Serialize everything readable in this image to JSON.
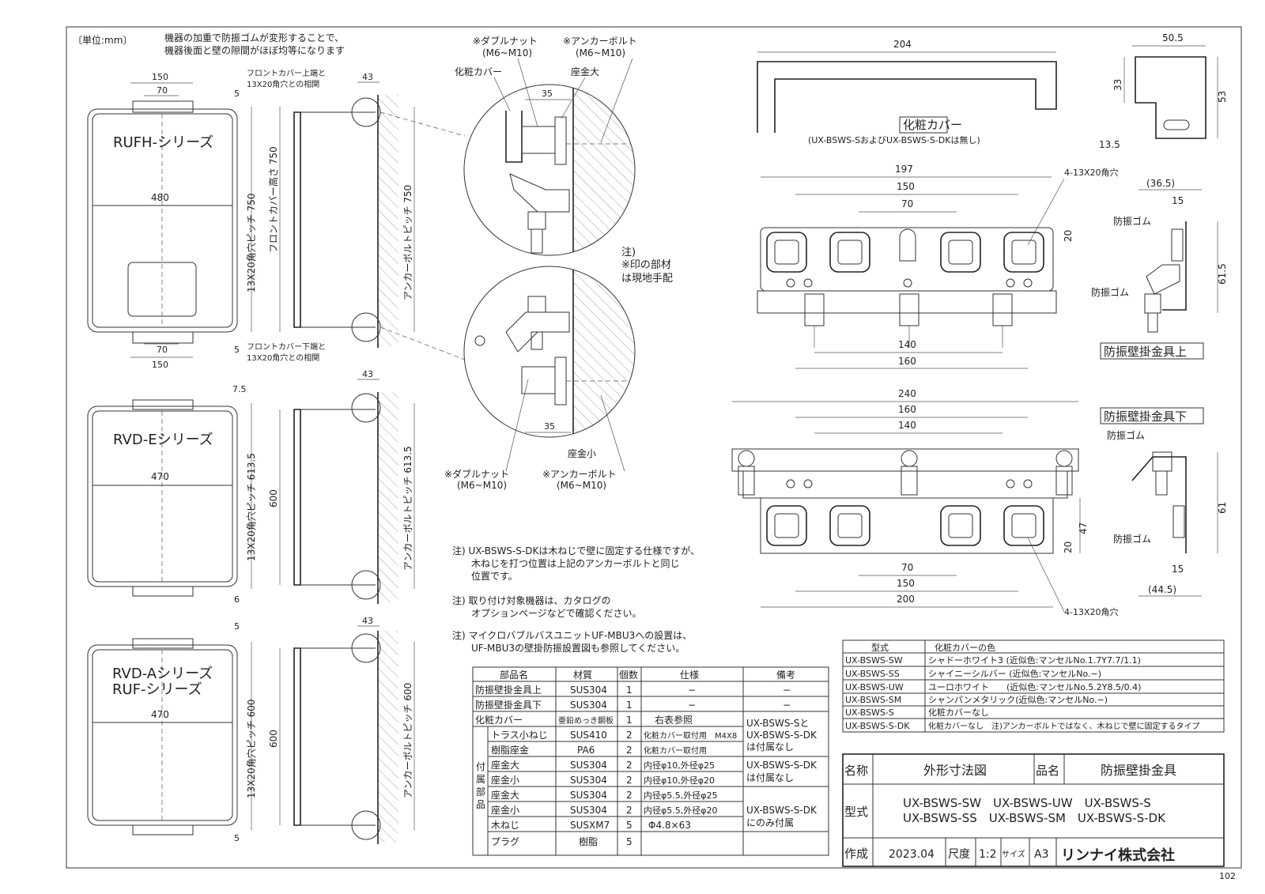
{
  "unit_note": "〔単位:mm〕",
  "top_note": [
    "機器の加重で防振ゴムが変形することで、",
    "機器後面と壁の隙間がほぼ均等になります"
  ],
  "front_cover_top_note": [
    "フロントカバー上端と",
    "13X20角穴との相関"
  ],
  "front_cover_bottom_note": [
    "フロントカバー下端と",
    "13X20角穴との相関"
  ],
  "series": {
    "rufh": "RUFH-シリーズ",
    "rvde": "RVD-Eシリーズ",
    "rvda": "RVD-Aシリーズ",
    "ruf": "RUF-シリーズ"
  },
  "dims": {
    "d150": "150",
    "d70": "70",
    "d43": "43",
    "d5": "5",
    "d75": "7.5",
    "d6": "6",
    "d480": "480",
    "d470": "470",
    "d600": "600",
    "pitch750": "13X20角穴ピッチ 750",
    "pitch6135": "13X20角穴ピッチ 613.5",
    "pitch600": "13X20角穴ピッチ 600",
    "cover_height": "フロントカバー高さ 750",
    "anchor750": "アンカーボルトピッチ 750",
    "anchor6135": "アンカーボルトピッチ 613.5",
    "anchor600": "アンカーボルトピッチ 600",
    "d35": "35",
    "d204": "204",
    "d505": "50.5",
    "d33": "33",
    "d53": "53",
    "d135": "13.5",
    "d197": "197",
    "d365": "(36.5)",
    "d15": "15",
    "d20": "20",
    "d615": "61.5",
    "d140": "140",
    "d160": "160",
    "d240": "240",
    "d47": "47",
    "d61": "61",
    "d445": "(44.5)",
    "d200": "200"
  },
  "detail": {
    "double_nut": "※ダブルナット",
    "m6m10": "(M6~M10)",
    "anchor_bolt": "※アンカーボルト",
    "cover": "化粧カバー",
    "washer_large": "座金大",
    "washer_small": "座金小",
    "note_title": "注)",
    "note_line1": "※印の部材",
    "note_line2": "は現地手配"
  },
  "parts": {
    "cover_title": "化粧カバー",
    "cover_sub": "(UX-BSWS-SおよびUX-BSWS-S-DKは無し)",
    "holes": "4-13X20角穴",
    "rubber": "防振ゴム",
    "upper": "防振壁掛金具上",
    "lower": "防振壁掛金具下"
  },
  "notes": [
    [
      "注) UX-BSWS-S-DKは木ねじで壁に固定する仕様ですが、",
      "木ねじを打つ位置は上記のアンカーボルトと同じ",
      "位置です。"
    ],
    [
      "注) 取り付け対象機器は、カタログの",
      "オプションページなどで確認ください。"
    ],
    [
      "注) マイクロバブルバスユニットUF-MBU3への設置は、",
      "UF-MBU3の壁掛防振設置図も参照してください。"
    ]
  ],
  "parts_table": {
    "headers": [
      "部品名",
      "材質",
      "個数",
      "仕様",
      "備考"
    ],
    "rows": [
      [
        "防振壁掛金具上",
        "SUS304",
        "1",
        "−",
        "−"
      ],
      [
        "防振壁掛金具下",
        "SUS304",
        "1",
        "−",
        "−"
      ],
      [
        "化粧カバー",
        "亜鉛めっき鋼板",
        "1",
        "右表参照",
        ""
      ],
      [
        "トラス小ねじ",
        "SUS410",
        "2",
        "化粧カバー取付用　M4X8",
        ""
      ],
      [
        "樹脂座金",
        "PA6",
        "2",
        "化粧カバー取付用",
        ""
      ],
      [
        "座金大",
        "SUS304",
        "2",
        "内径φ10,外径φ25",
        ""
      ],
      [
        "座金小",
        "SUS304",
        "2",
        "内径φ10,外径φ20",
        ""
      ],
      [
        "座金大",
        "SUS304",
        "2",
        "内径φ5.5,外径φ25",
        ""
      ],
      [
        "座金小",
        "SUS304",
        "2",
        "内径φ5.5,外径φ20",
        ""
      ],
      [
        "木ねじ",
        "SUSXM7",
        "5",
        "Φ4.8×63",
        ""
      ],
      [
        "プラグ",
        "樹脂",
        "5",
        "",
        ""
      ]
    ],
    "group_label": [
      "付",
      "属",
      "部",
      "品"
    ],
    "remarks": [
      [
        "UX-BSWS-Sと",
        "UX-BSWS-S-DK",
        "は付属なし"
      ],
      [
        "UX-BSWS-S-DK",
        "は付属なし"
      ],
      [
        "UX-BSWS-S-DK",
        "にのみ付属"
      ]
    ]
  },
  "color_table": {
    "headers": [
      "型式",
      "化粧カバーの色"
    ],
    "rows": [
      [
        "UX-BSWS-SW",
        "シャドーホワイト3 (近似色:マンセルNo.1.7Y7.7/1.1)"
      ],
      [
        "UX-BSWS-SS",
        "シャイニーシルバー (近似色:マンセルNo.−)"
      ],
      [
        "UX-BSWS-UW",
        "ユーロホワイト　　(近似色:マンセルNo.5.2Y8.5/0.4)"
      ],
      [
        "UX-BSWS-SM",
        "シャンパンメタリック(近似色:マンセルNo.−)"
      ],
      [
        "UX-BSWS-S",
        "化粧カバーなし"
      ],
      [
        "UX-BSWS-S-DK",
        "化粧カバーなし　注)アンカーボルトではなく、木ねじで壁に固定するタイプ"
      ]
    ]
  },
  "title_block": {
    "name_label": "名称",
    "name_value": "外形寸法図",
    "product_label": "品名",
    "product_value": "防振壁掛金具",
    "model_label": "型式",
    "models_row1": "UX-BSWS-SW　UX-BSWS-UW　UX-BSWS-S",
    "models_row2": "UX-BSWS-SS　UX-BSWS-SM　UX-BSWS-S-DK",
    "made_label": "作成",
    "made_value": "2023.04",
    "scale_label": "尺度",
    "scale_value": "1:2",
    "size_label": "サイズ",
    "size_value": "A3",
    "company": "リンナイ株式会社"
  },
  "page_number": "102"
}
